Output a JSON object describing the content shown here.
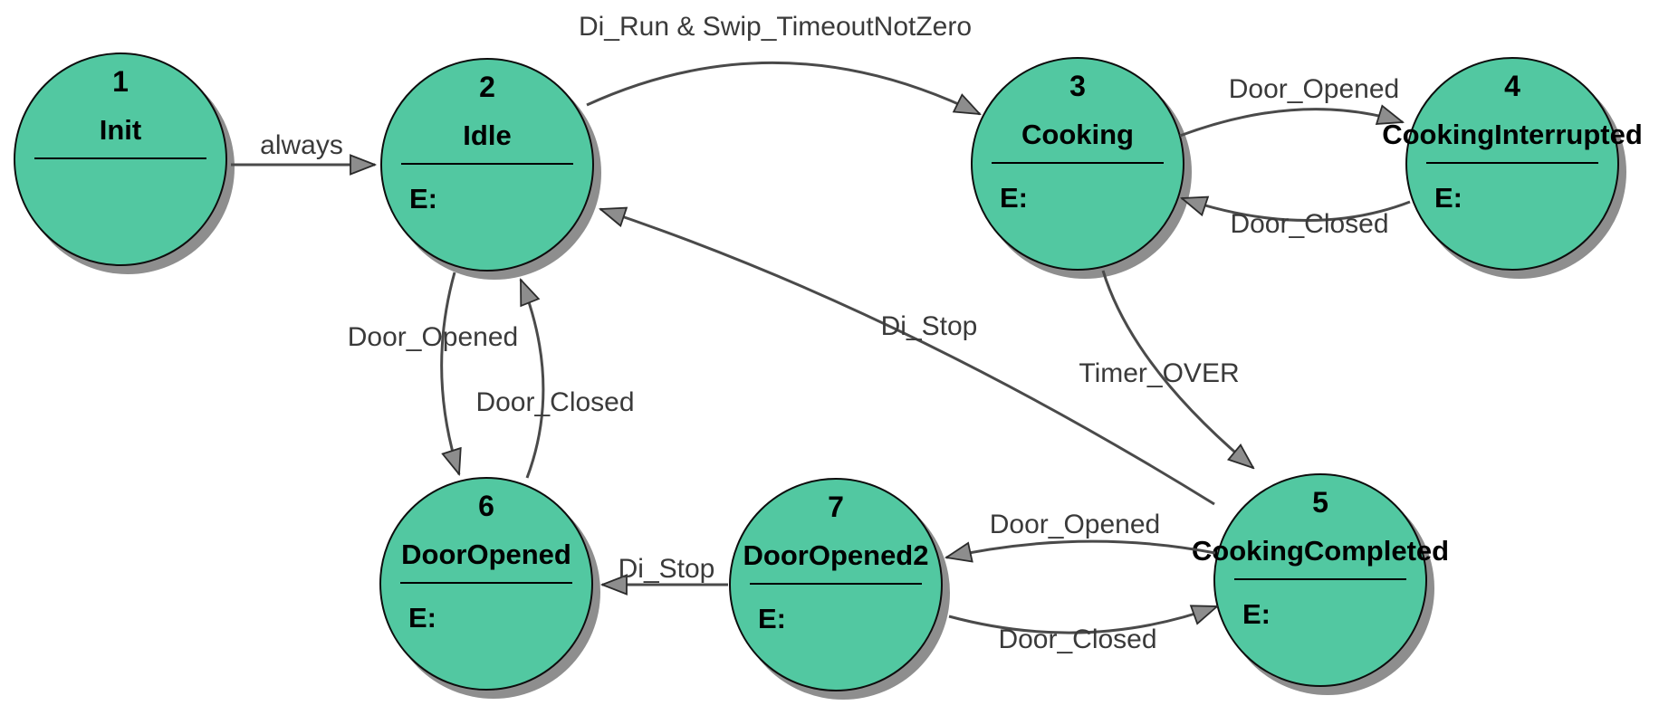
{
  "diagram": {
    "type": "state-machine",
    "states": [
      {
        "number": "1",
        "name": "Init",
        "entry": ""
      },
      {
        "number": "2",
        "name": "Idle",
        "entry": "E:"
      },
      {
        "number": "3",
        "name": "Cooking",
        "entry": "E:"
      },
      {
        "number": "4",
        "name": "CookingInterrupted",
        "entry": "E:"
      },
      {
        "number": "5",
        "name": "CookingCompleted",
        "entry": "E:"
      },
      {
        "number": "6",
        "name": "DoorOpened",
        "entry": "E:"
      },
      {
        "number": "7",
        "name": "DoorOpened2",
        "entry": "E:"
      }
    ],
    "transitions": [
      {
        "label": "always",
        "from": "1",
        "to": "2"
      },
      {
        "label": "Di_Run & Swip_TimeoutNotZero",
        "from": "2",
        "to": "3"
      },
      {
        "label": "Door_Opened",
        "from": "3",
        "to": "4"
      },
      {
        "label": "Door_Closed",
        "from": "4",
        "to": "3"
      },
      {
        "label": "Door_Opened",
        "from": "2",
        "to": "6"
      },
      {
        "label": "Door_Closed",
        "from": "6",
        "to": "2"
      },
      {
        "label": "Timer_OVER",
        "from": "3",
        "to": "5"
      },
      {
        "label": "Di_Stop",
        "from": "5",
        "to": "2"
      },
      {
        "label": "Door_Opened",
        "from": "5",
        "to": "7"
      },
      {
        "label": "Door_Closed",
        "from": "7",
        "to": "5"
      },
      {
        "label": "Di_Stop",
        "from": "7",
        "to": "6"
      }
    ],
    "colors": {
      "state_fill": "#52c8a1",
      "state_border": "#0d0d0d",
      "state_shadow": "#8e8e8e",
      "edge_color": "#4a4a4a",
      "arrow_fill": "#8d8d8d",
      "label_color": "#3a3a3a",
      "state_text": "#000000"
    }
  }
}
